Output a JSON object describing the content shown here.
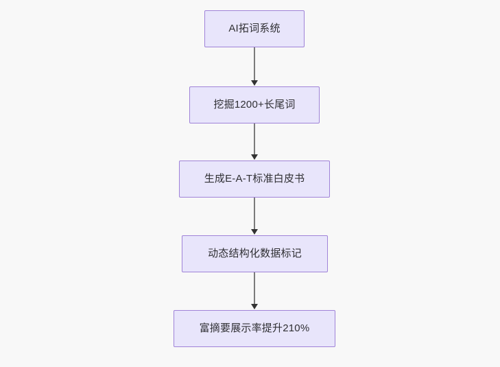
{
  "diagram": {
    "type": "flowchart",
    "direction": "top-to-bottom",
    "background_color": "#f8f8f8",
    "node_fill_color": "#e8e5fb",
    "node_border_color": "#9f82d8",
    "edge_color": "#7b7b7b",
    "arrowhead_color": "#333333",
    "text_color": "#2f2f33",
    "nodes": [
      {
        "id": "n1",
        "label": "AI拓词系统"
      },
      {
        "id": "n2",
        "label": "挖掘1200+长尾词"
      },
      {
        "id": "n3",
        "label": "生成E-A-T标准白皮书"
      },
      {
        "id": "n4",
        "label": "动态结构化数据标记"
      },
      {
        "id": "n5",
        "label": "富摘要展示率提升210%"
      }
    ],
    "edges": [
      {
        "from": "n1",
        "to": "n2"
      },
      {
        "from": "n2",
        "to": "n3"
      },
      {
        "from": "n3",
        "to": "n4"
      },
      {
        "from": "n4",
        "to": "n5"
      }
    ]
  }
}
